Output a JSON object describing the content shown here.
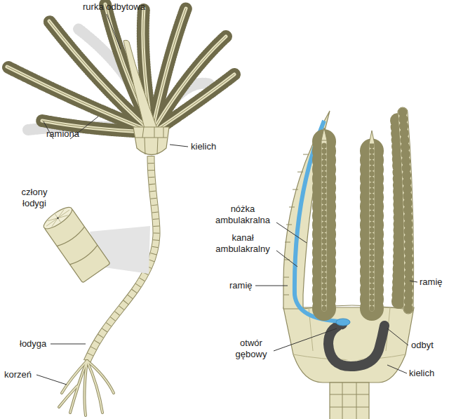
{
  "diagram": {
    "labels": [
      "rurka odbytowa",
      "ramiona",
      "kielich",
      "człony łodygi",
      "łodyga",
      "korzeń",
      "nóżka ambulakralna",
      "kanał ambulakralny",
      "ramię",
      "otwór gębowy",
      "odbyt",
      "ramię",
      "kielich"
    ]
  }
}
